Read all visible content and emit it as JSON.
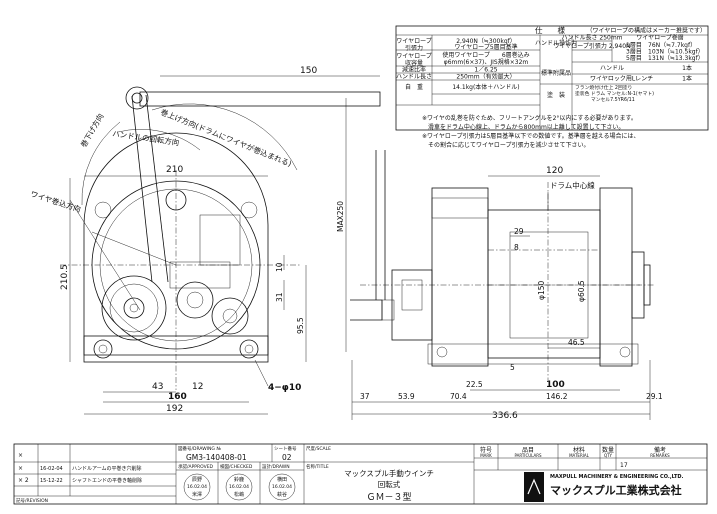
{
  "spec": {
    "title": "仕　　様",
    "note": "（ワイヤロープの構成はメーカー推奨です）",
    "rows": [
      {
        "label": "ワイヤロープ引張力",
        "value1": "2,940N（≒300kgf）",
        "value2": "ワイヤロープ5層目基準"
      },
      {
        "label": "ワイヤロープ収容量",
        "value1": "使用ワイヤロープ　　6層巻込み",
        "value2": "φ6mm(6×37)、JIS規格×32m"
      },
      {
        "label": "減速比率",
        "value1": "1／6.25",
        "value2": ""
      },
      {
        "label": "ハンドル長さ",
        "value1": "250mm（有効最大）",
        "value2": ""
      },
      {
        "label": "自　重",
        "value1": "14.1kg(本体＋ハンドル)",
        "value2": ""
      }
    ],
    "handle_op": {
      "label1": "ハンドル操作力",
      "length_label": "ハンドル長さ 250mm",
      "rope_label": "ワイヤロープ引張力 2,940N",
      "layer_head": "ワイヤロープ巻層",
      "layers": [
        {
          "layer": "1層目",
          "value": "76N（≒7.7kgf）"
        },
        {
          "layer": "3層目",
          "value": "103N（≒10.5kgf）"
        },
        {
          "layer": "5層目",
          "value": "131N（≒13.3kgf）"
        }
      ]
    },
    "accessories": {
      "label": "標準附属品",
      "items": [
        {
          "name": "ハンドル",
          "qty": "1本"
        },
        {
          "name": "ワイヤロック用Lレンチ",
          "qty": "1本"
        }
      ]
    },
    "paint": {
      "label": "塗　装",
      "lines": [
        "フラン焼付け仕上 2回塗り",
        "塗装色 ドラム マンセル:N-1(ヤマト)",
        "　　　 マンセル7.5YR6/11"
      ]
    }
  },
  "notes": [
    "※ワイヤの乱巻を防ぐため、フリートアングルを2°以内にする必要があります。",
    "　滑車をドラム中心線上、ドラムから800mm以上離して設置して下さい。",
    "※ワイヤロープ引張力は5層目基準以下での数値です。基準層を越える場合には、",
    "　その割合に応じてワイヤロープ引張力を減少させて下さい。"
  ],
  "labels": {
    "unwind": "巻下げ方向",
    "wind": "巻上げ方向(ドラムにワイヤが巻込まれる)",
    "handle_rotation": "ハンドルの回転方向",
    "wire_in": "ワイヤ巻込方向",
    "drum_center": "ドラム中心線",
    "max250": "MAX250"
  },
  "dims": {
    "d150": "150",
    "d210": "210",
    "d210_5": "210.5",
    "d10": "10",
    "d31": "31",
    "d95_5": "95.5",
    "d43": "43",
    "d12": "12",
    "d160": "160",
    "d192": "192",
    "holes": "4−φ10",
    "d120": "120",
    "d29": "29",
    "d8": "8",
    "phi150": "φ150",
    "phi60_5": "φ60.5",
    "d46_5": "46.5",
    "d5": "5",
    "d22_5": "22.5",
    "d100": "100",
    "d37": "37",
    "d53_9": "53.9",
    "d70_4": "70.4",
    "d146_2": "146.2",
    "d29_1": "29.1",
    "d336_6": "336.6"
  },
  "title_block": {
    "drawing_no_label": "図番号/DRAWING №",
    "drawing_no": "GM3-140408-01",
    "sheet_label": "シート番号",
    "sheet_no": "02",
    "scale_label": "尺度/SCALE",
    "approved_label": "承認/APPROVED",
    "checked_label": "検図/CHECKED",
    "drawn_label": "設計/DRAWN",
    "stamps": [
      {
        "name": "辰野",
        "date": "16.02.04",
        "person": "米澤"
      },
      {
        "name": "鈴鹿",
        "date": "16.02.04",
        "person": "松嶋"
      },
      {
        "name": "横田",
        "date": "16.02.04",
        "person": "萩谷"
      }
    ],
    "title_label": "名称/TITLE",
    "title1": "マックスプル手動ウインチ",
    "title2": "回転式",
    "model": "ＧＭ－３型",
    "revisions": [
      {
        "mark": "×",
        "date": "",
        "desc": ""
      },
      {
        "mark": "×",
        "date": "16-02-04",
        "desc": "ハンドルアームの平巻き穴削除"
      },
      {
        "mark": "× 2",
        "date": "15-12-22",
        "desc": "シャフトエンドの平巻き軸削除"
      }
    ],
    "rev_label": "記号/REVISION",
    "parts_head": [
      {
        "jp": "符号",
        "en": "MARK"
      },
      {
        "jp": "品目",
        "en": "PARTICULARS"
      },
      {
        "jp": "材料",
        "en": "MATERIAL"
      },
      {
        "jp": "数量",
        "en": "QTY"
      },
      {
        "jp": "備考",
        "en": "REMARKS"
      }
    ],
    "company_en": "MAXPULL MACHINERY & ENGINEERING CO.,LTD.",
    "company_jp": "マックスプル工業株式会社",
    "qty_mark": "17"
  }
}
